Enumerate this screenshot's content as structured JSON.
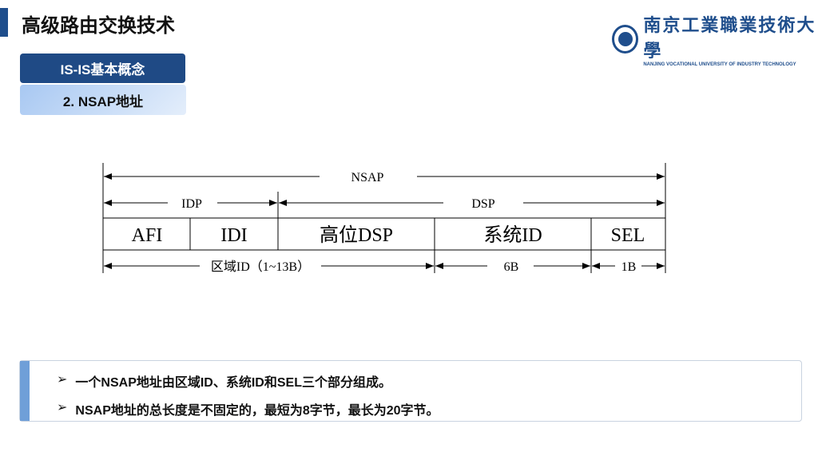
{
  "header": {
    "title": "高级路由交换技术",
    "logo_cn": "南京工業職業技術大學",
    "logo_en": "NANJING VOCATIONAL UNIVERSITY OF INDUSTRY TECHNOLOGY"
  },
  "section": {
    "label": "IS-IS基本概念",
    "sub_label": "2. NSAP地址"
  },
  "diagram": {
    "nsap": "NSAP",
    "idp": "IDP",
    "dsp": "DSP",
    "fields": [
      "AFI",
      "IDI",
      "高位DSP",
      "系统ID",
      "SEL"
    ],
    "area": "区域ID（1~13B）",
    "sysid_len": "6B",
    "sel_len": "1B"
  },
  "bullets": [
    "一个NSAP地址由区域ID、系统ID和SEL三个部分组成。",
    "NSAP地址的总长度是不固定的，最短为8字节，最长为20字节。"
  ],
  "bullet_icon": "arrow-right-icon"
}
